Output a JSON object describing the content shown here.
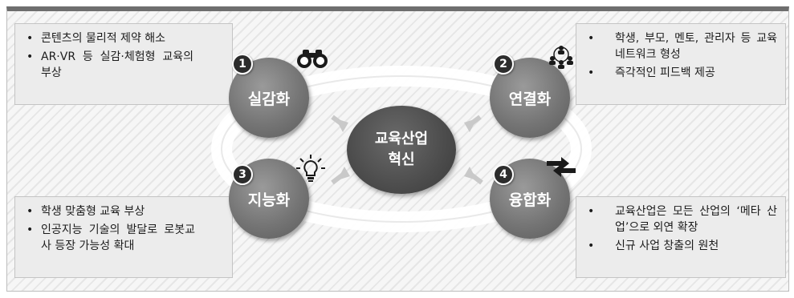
{
  "center": {
    "line1": "교육산업",
    "line2": "혁신"
  },
  "nodes": [
    {
      "number": "1",
      "label": "실감화",
      "icon": "binoculars-icon",
      "bullets": [
        "콘텐츠의 물리적 제약 해소",
        "AR·VR 등 실감·체험형 교육의 부상"
      ]
    },
    {
      "number": "2",
      "label": "연결화",
      "icon": "network-people-icon",
      "bullets": [
        "학생, 부모, 멘토, 관리자 등 교육 네트워크 형성",
        "즉각적인 피드백 제공"
      ]
    },
    {
      "number": "3",
      "label": "지능화",
      "icon": "lightbulb-icon",
      "bullets": [
        "학생 맞춤형 교육 부상",
        "인공지능 기술의 발달로 로봇교사 등장 가능성 확대"
      ]
    },
    {
      "number": "4",
      "label": "융합화",
      "icon": "merge-arrows-icon",
      "bullets": [
        "교육산업은 모든 산업의 ‘메타 산업’으로 외연 확장",
        "신규 사업 창출의 원천"
      ]
    }
  ],
  "colors": {
    "node": "#7a7a7a",
    "center": "#4a4a4a",
    "badge": "#2c2c2c",
    "box": "#ececec"
  }
}
